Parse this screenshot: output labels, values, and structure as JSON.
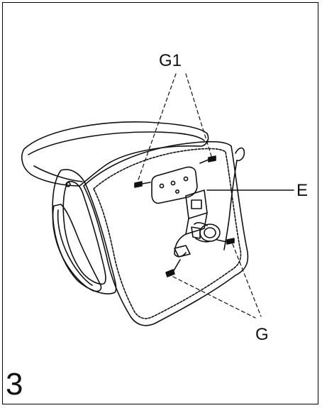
{
  "labels": {
    "g1": "G1",
    "e": "E",
    "g": "G"
  },
  "step": "3",
  "colors": {
    "line": "#111111",
    "background": "#ffffff"
  }
}
